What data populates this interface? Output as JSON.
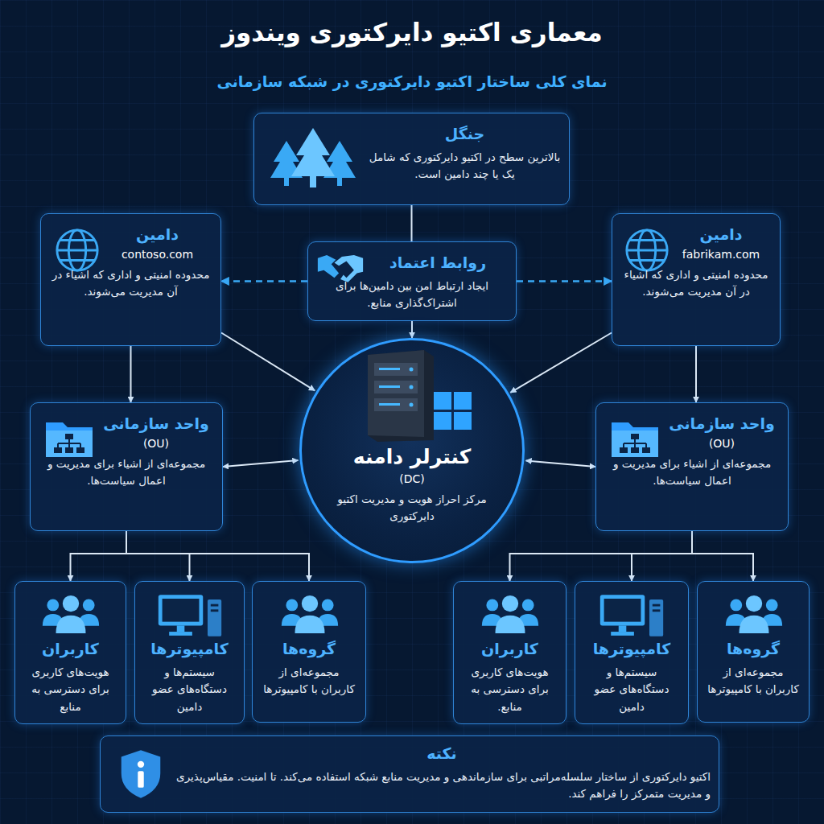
{
  "diagram": {
    "title": "معماری اکتیو دایرکتوری ویندوز",
    "nodes": [
      {
        "text": [
          "جنگل",
          "بالاترین سطح در اکتیو دایرکتوری که شامل یک یا چند دامین است."
        ]
      },
      {
        "text": [
          "دامین",
          "fabrikam.com",
          "محدوده امنیتی و اداری که اشیاء در آن مدیریت می‌شوند."
        ]
      },
      {
        "text": [
          "روابط اعتماد",
          "ایجاد ارتباط امن بین دامین‌ها برای اشتراک‌گذاری منابع."
        ]
      },
      {
        "text": [
          "دامین",
          "contoso.com",
          "محدوده امنیتی و اداری که اشیاء در آن مدیریت می‌شوند."
        ]
      },
      {
        "text": [
          "واحد سازمانی",
          "(OU)",
          "مجموعه‌ای از اشیاء برای مدیریت و اعمال سیاست‌ها."
        ]
      },
      {
        "text": [
          "کنترلر دامنه",
          "(DC)",
          "مرکز احراز هویت و مدیریت اکتیو دایرکتوری"
        ]
      },
      {
        "text": [
          "واحد سازمانی",
          "(OU)",
          "مجموعه‌ای از اشیاء برای مدیریت و اعمال سیاست‌ها."
        ]
      },
      {
        "text": [
          "گروه‌ها",
          "مجموعه‌ای از کاربران با کامپیوترها"
        ]
      },
      {
        "text": [
          "کامپیوترها",
          "سیستم‌ها و دستگاه‌های عضو دامین"
        ]
      },
      {
        "text": [
          "کاربران",
          "هویت‌های کاربری برای دسترسی به منابع."
        ]
      },
      {
        "text": [
          "گروه‌ها",
          "مجموعه‌ای از کاربران با کامپیوترها"
        ]
      },
      {
        "text": [
          "کامپیوترها",
          "سیستم‌ها و دستگاه‌های عضو دامین"
        ]
      },
      {
        "text": [
          "کاربران",
          "هویت‌های کاربری برای دسترسی به منابع"
        ]
      },
      {
        "text": [
          "نکته",
          "اکتیو دایرکتوری از ساختار سلسله‌مراتبی برای سازماندهی و مدیریت منابع شبکه استفاده می‌کند. تا امنیت. مقیاس‌پذیری و مدیریت متمرکز را فراهم کند."
        ]
      }
    ],
    "edges": [
      {
        "from": 0,
        "to": 2,
        "arrow": "none"
      },
      {
        "from": 2,
        "to": 3,
        "arrow": "to"
      },
      {
        "from": 2,
        "to": 1,
        "arrow": "to"
      },
      {
        "from": 2,
        "to": 5,
        "arrow": "to"
      },
      {
        "from": 3,
        "to": 5,
        "arrow": "to"
      },
      {
        "from": 1,
        "to": 5,
        "arrow": "to"
      },
      {
        "from": 3,
        "to": 6,
        "arrow": "to"
      },
      {
        "from": 1,
        "to": 4,
        "arrow": "to"
      },
      {
        "from": 6,
        "to": 5,
        "arrow": "both"
      },
      {
        "from": 4,
        "to": 5,
        "arrow": "both"
      },
      {
        "from": 6,
        "to": 12,
        "arrow": "to"
      },
      {
        "from": 6,
        "to": 11,
        "arrow": "to"
      },
      {
        "from": 6,
        "to": 10,
        "arrow": "to"
      },
      {
        "from": 4,
        "to": 9,
        "arrow": "to"
      },
      {
        "from": 4,
        "to": 8,
        "arrow": "to"
      },
      {
        "from": 4,
        "to": 7,
        "arrow": "to"
      }
    ],
    "labels": [
      "نمای کلی ساختار اکتیو دایرکتوری در شبکه سازمانی"
    ]
  }
}
